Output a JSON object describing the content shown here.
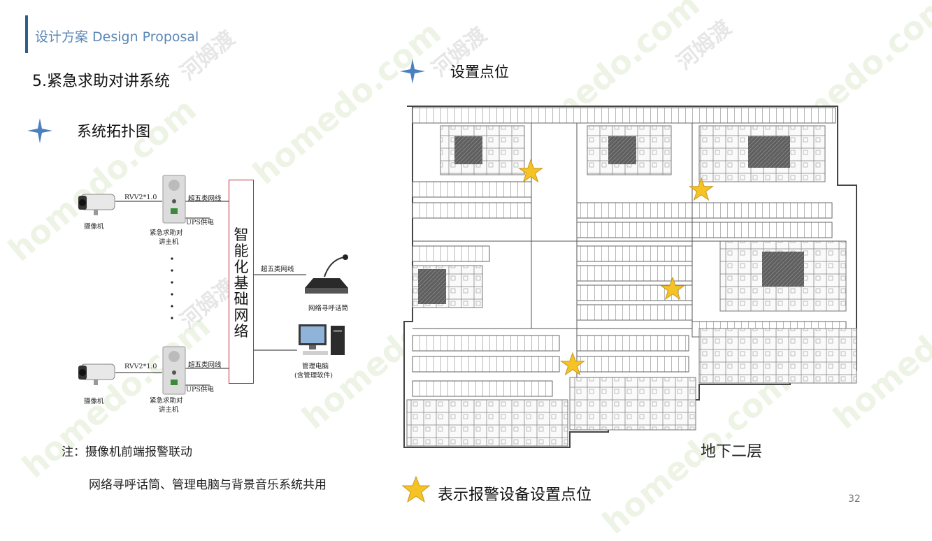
{
  "header": {
    "title": "设计方案 Design Proposal"
  },
  "section_title": "5.紧急求助对讲系统",
  "topology": {
    "title": "系统拓扑图",
    "cable_rvv": "RVV2*1.0",
    "cable_cat5": "超五类网线",
    "ups": "UPS供电",
    "camera_label": "摄像机",
    "intercom_label_1": "紧急求助对",
    "intercom_label_2": "讲主机",
    "network": [
      "智",
      "能",
      "化",
      "基",
      "础",
      "网",
      "络"
    ],
    "paging_mic_label": "网络寻呼话筒",
    "pc_label_1": "管理电脑",
    "pc_label_2": "(含管理软件)"
  },
  "notes": {
    "line1": "注：摄像机前端报警联动",
    "line2": "网络寻呼话筒、管理电脑与背景音乐系统共用"
  },
  "floorplan": {
    "title": "设置点位",
    "floor_label": "地下二层",
    "legend": "表示报警设备设置点位"
  },
  "page_number": "32",
  "watermark_text": [
    "homedo.com",
    "河姆渡"
  ],
  "colors": {
    "accent": "#2f5d8a",
    "header_text": "#5b86b5",
    "star": "#f6c325",
    "network_border": "#c0262c",
    "sparkle": "#4a80c0"
  }
}
